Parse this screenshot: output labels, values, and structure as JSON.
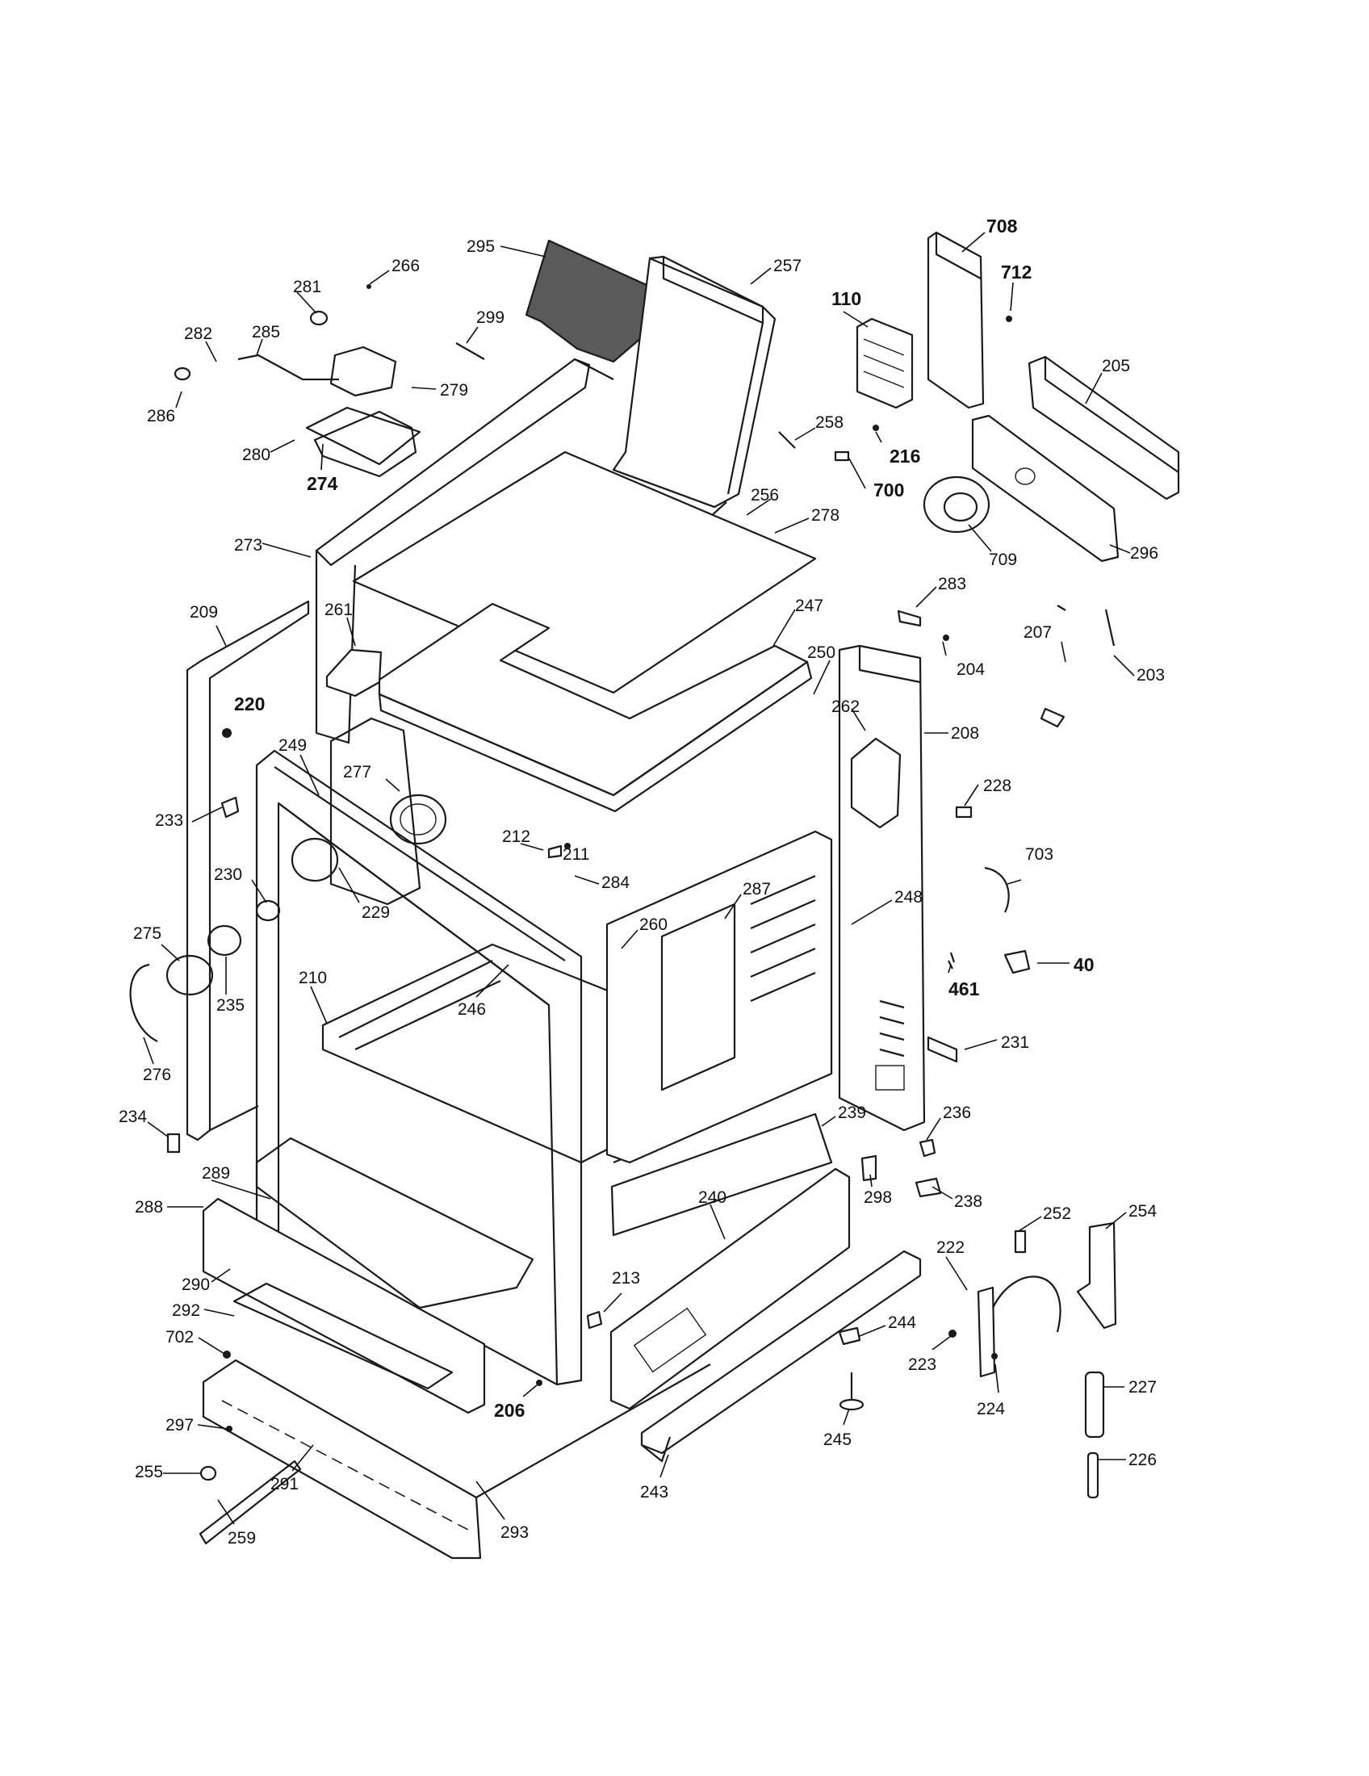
{
  "labels": {
    "p295": "295",
    "p266": "266",
    "p257": "257",
    "p708": "708",
    "p712": "712",
    "p110": "110",
    "p281": "281",
    "p282": "282",
    "p285": "285",
    "p299": "299",
    "p279": "279",
    "p286": "286",
    "p280": "280",
    "p274": "274",
    "p258": "258",
    "p216": "216",
    "p205": "205",
    "p700": "700",
    "p256": "256",
    "p278": "278",
    "p709": "709",
    "p296": "296",
    "p273": "273",
    "p283": "283",
    "p209": "209",
    "p261": "261",
    "p247": "247",
    "p207": "207",
    "p204": "204",
    "p203": "203",
    "p220": "220",
    "p250": "250",
    "p262": "262",
    "p208": "208",
    "p249": "249",
    "p277": "277",
    "p233": "233",
    "p228": "228",
    "p212": "212",
    "p211": "211",
    "p284": "284",
    "p287": "287",
    "p703": "703",
    "p230": "230",
    "p229": "229",
    "p248": "248",
    "p275": "275",
    "p260": "260",
    "p235": "235",
    "p210": "210",
    "p246": "246",
    "p461": "461",
    "p40": "40",
    "p276": "276",
    "p231": "231",
    "p234": "234",
    "p239": "239",
    "p236": "236",
    "p289": "289",
    "p240": "240",
    "p298": "298",
    "p238": "238",
    "p288": "288",
    "p252": "252",
    "p254": "254",
    "p290": "290",
    "p222": "222",
    "p213": "213",
    "p292": "292",
    "p244": "244",
    "p702": "702",
    "p223": "223",
    "p224": "224",
    "p206": "206",
    "p227": "227",
    "p297": "297",
    "p245": "245",
    "p255": "255",
    "p291": "291",
    "p243": "243",
    "p226": "226",
    "p259": "259",
    "p293": "293"
  }
}
